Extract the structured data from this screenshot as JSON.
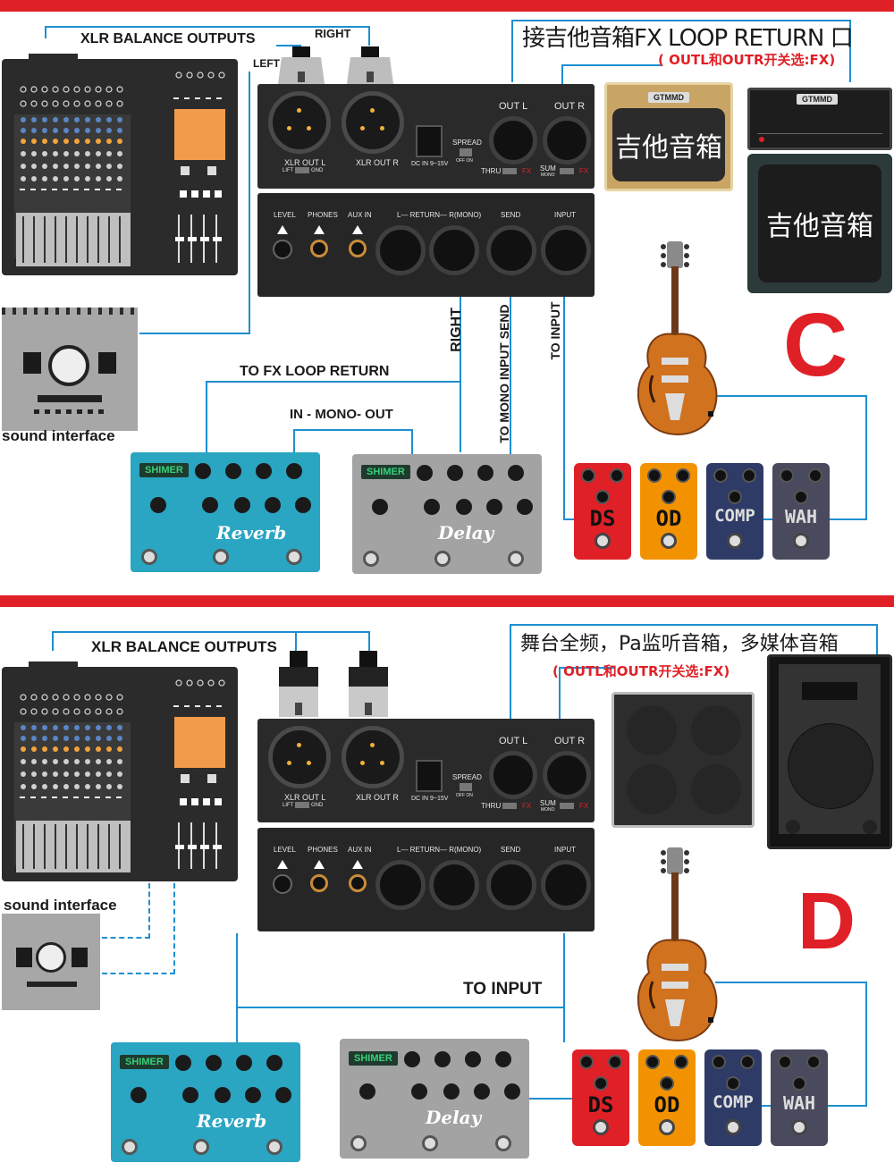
{
  "section_c": {
    "xlr_label": "XLR BALANCE OUTPUTS",
    "right_label": "RIGHT",
    "left_label": "LEFT",
    "amp_note": "接吉他音箱FX LOOP RETURN 口",
    "switch_note": "( OUTL和OUTR开关选:FX)",
    "amp_combo_text": "吉他音箱",
    "amp_cab_text": "吉他音箱",
    "amp_brand": "GTMMD",
    "amp_head_brand": "GTMMD",
    "interface_label": "sound interface",
    "fx_return_label": "TO FX LOOP RETURN",
    "right_vertical": "RIGHT",
    "mono_send_vertical": "TO MONO INPUT  SEND",
    "to_input_vertical": "TO INPUT",
    "mono_label": "IN - MONO- OUT",
    "letter": "C"
  },
  "section_d": {
    "xlr_label": "XLR BALANCE OUTPUTS",
    "pa_note": "舞台全频，Pa监听音箱，多媒体音箱",
    "switch_note": "( OUTL和OUTR开关选:FX)",
    "interface_label": "sound interface",
    "to_input_label": "TO INPUT",
    "letter": "D"
  },
  "device": {
    "xlr_out_l": "XLR OUT L",
    "xlr_out_r": "XLR OUT R",
    "lift": "LIFT",
    "gnd": "GND",
    "dc_in": "DC IN 9~15V",
    "spread": "SPREAD",
    "off_on": "OFF  ON",
    "out_l": "OUT L",
    "out_r": "OUT R",
    "thru": "THRU",
    "fx": "FX",
    "sum": "SUM",
    "mono": "MONO",
    "level": "LEVEL",
    "phones": "PHONES",
    "aux_in": "AUX IN",
    "return_lr": "L— RETURN— R(MONO)",
    "send": "SEND",
    "input": "INPUT"
  },
  "fx_pedals": {
    "reverb": {
      "brand": "SHIMER",
      "name": "Reverb"
    },
    "delay": {
      "brand": "SHIMER",
      "name": "Delay"
    }
  },
  "stomp_pedals": [
    {
      "name": "DS",
      "color": "#e02027"
    },
    {
      "name": "OD",
      "color": "#f39200"
    },
    {
      "name": "COMP",
      "color": "#2e3b66"
    },
    {
      "name": "WAH",
      "color": "#4a4a5e"
    }
  ],
  "colors": {
    "accent_red": "#e02027",
    "wire_blue": "#1e8fd0",
    "reverb_teal": "#2aa5c2",
    "delay_grey": "#a3a3a3"
  }
}
